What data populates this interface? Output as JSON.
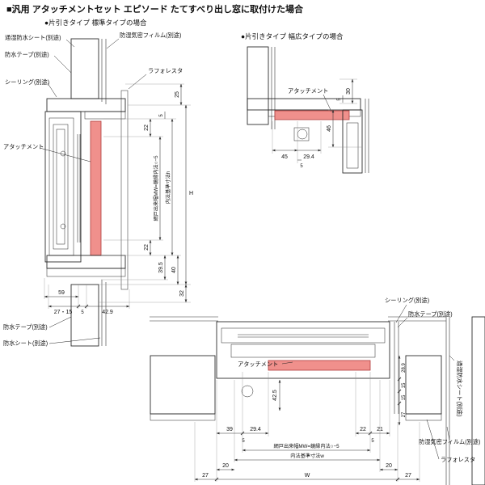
{
  "header": {
    "title": "■汎用 アタッチメントセット エピソード たてすべり出し窓に取付けた場合",
    "subtitle_left": "●片引きタイプ 標準タイプの場合",
    "subtitle_right": "●片引きタイプ 幅広タイプの場合"
  },
  "colors": {
    "attachment_fill": "#f0908c"
  },
  "vertical_section": {
    "labels": {
      "breathable_sheet": "通湿防水シート(別途)",
      "water_tape_top": "防水テープ(別途)",
      "sealing": "シーリング(別途)",
      "attachment": "アタッチメント",
      "vapor_film": "防湿気密フィルム(別途)",
      "laforesta": "ラフォレスタ",
      "water_tape_bottom": "防水テープ(別途)",
      "water_sheet_bottom": "防水シート(別途)"
    },
    "dims": {
      "d25": "25",
      "d5_top": "5",
      "d22_top": "22",
      "screen_width": "網戸出来幅MW=鏡縁内法○−5",
      "inner_std_h": "内法基準寸法h",
      "H": "H",
      "d22_bottom": "22",
      "d39_5": "39.5",
      "d40": "40",
      "d32": "32",
      "d59": "59",
      "d27_15": "27・15",
      "d5_bottom": "5",
      "d42_9": "42.9"
    }
  },
  "wide_detail": {
    "labels": {
      "attachment": "アタッチメント"
    },
    "dims": {
      "d30": "30",
      "d5_top": "5",
      "d46": "46",
      "d45": "45",
      "d29_4": "29.4",
      "d5_bottom": "5"
    }
  },
  "horizontal_section": {
    "labels": {
      "sealing": "シーリング(別途)",
      "water_tape": "防水テープ(別途)",
      "attachment": "アタッチメント",
      "breathable_sheet": "通湿防水シート(別途)",
      "vapor_film": "防湿気密フィルム(別途)",
      "laforesta": "ラフォレスタ"
    },
    "dims": {
      "d39": "39",
      "d29_4": "29.4",
      "d5_left": "5",
      "d42_5": "42.5",
      "d22": "22",
      "d21": "21",
      "d5_right": "5",
      "d28_9": "28.9",
      "d15_a": "15",
      "d15_b": "15",
      "d27_side": "27",
      "screen_width": "網戸出来幅MW=鏡縁内法○−5",
      "inner_std_w": "内法基準寸法w",
      "d20_left": "20",
      "d20_right": "20",
      "d27_left": "27",
      "W": "W",
      "d27_right": "27"
    }
  }
}
